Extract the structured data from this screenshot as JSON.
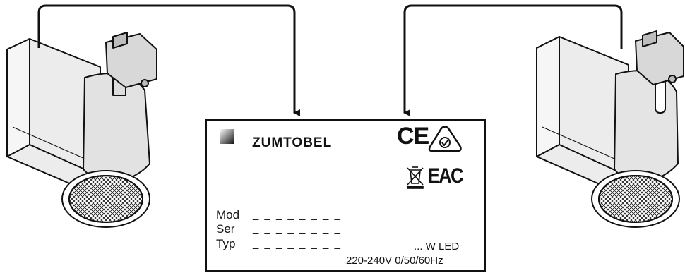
{
  "label": {
    "brand": "ZUMTOBEL",
    "ce_mark": "CE",
    "eac_mark": "EAC",
    "fields": [
      {
        "name": "Mod",
        "placeholder": "_ _ _ _ _ _ _ _"
      },
      {
        "name": "Ser",
        "placeholder": "_ _ _ _ _ _ _ _"
      },
      {
        "name": "Typ",
        "placeholder": "_ _ _ _ _ _ _ _"
      }
    ],
    "wattage": "... W LED",
    "power": "220-240V  0/50/60Hz"
  },
  "icons": [
    "zumtobel-logo-icon",
    "ce-mark-icon",
    "rcm-mark-icon",
    "weee-bin-icon",
    "eac-mark-icon",
    "arrow-icon",
    "luminaire-icon"
  ],
  "colors": {
    "line": "#111111",
    "housing": "#e8e8e8",
    "housing_dark": "#cfcfcf"
  }
}
